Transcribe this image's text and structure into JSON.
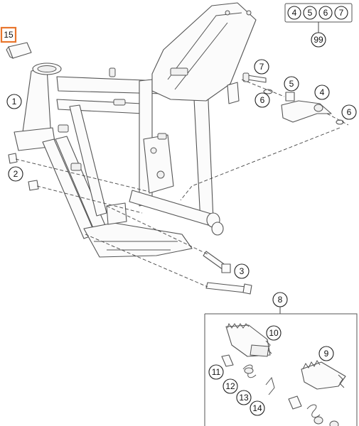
{
  "diagram": {
    "callouts": {
      "c1": "1",
      "c2": "2",
      "c3": "3",
      "c4": "4",
      "c5": "5",
      "c6a": "6",
      "c6b": "6",
      "c7": "7",
      "c8": "8",
      "c9": "9",
      "c10": "10",
      "c11": "11",
      "c12": "12",
      "c13": "13",
      "c14": "14",
      "c15": "15",
      "c99": "99"
    },
    "kit_set": [
      "4",
      "5",
      "6",
      "7"
    ],
    "highlight_color": "#e8762d"
  }
}
